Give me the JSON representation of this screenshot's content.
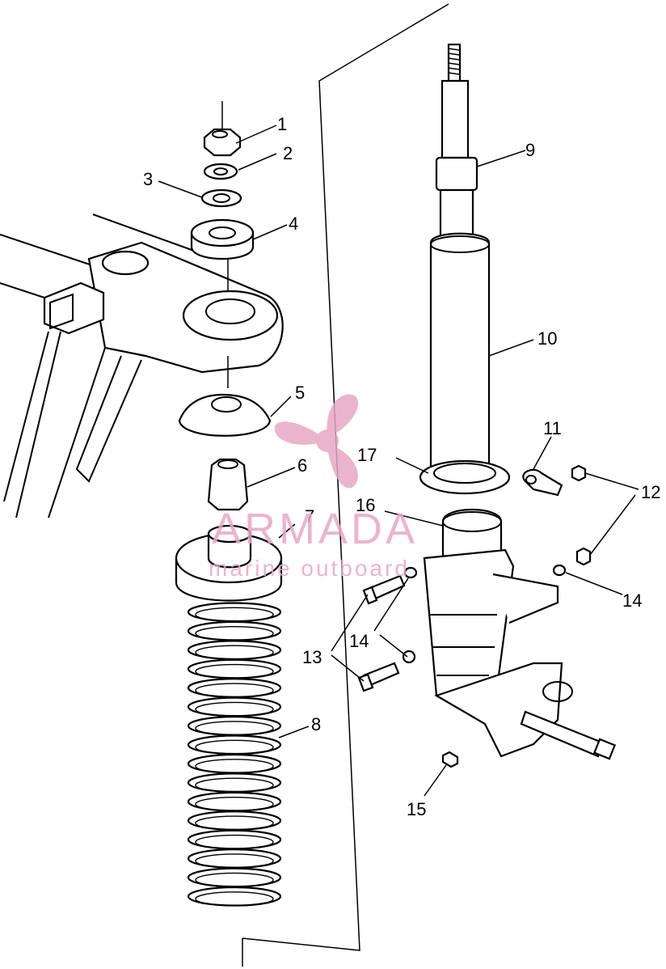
{
  "callouts": {
    "c1": "1",
    "c2": "2",
    "c3": "3",
    "c4": "4",
    "c5": "5",
    "c6": "6",
    "c7": "7",
    "c8": "8",
    "c9": "9",
    "c10": "10",
    "c11": "11",
    "c12": "12",
    "c13": "13",
    "c14a": "14",
    "c14b": "14",
    "c15": "15",
    "c16": "16",
    "c17": "17"
  },
  "watermark": {
    "title": "ARMADA",
    "subtitle": "marine outboard",
    "color": "#e7a9c4",
    "icon": "propeller-icon"
  }
}
